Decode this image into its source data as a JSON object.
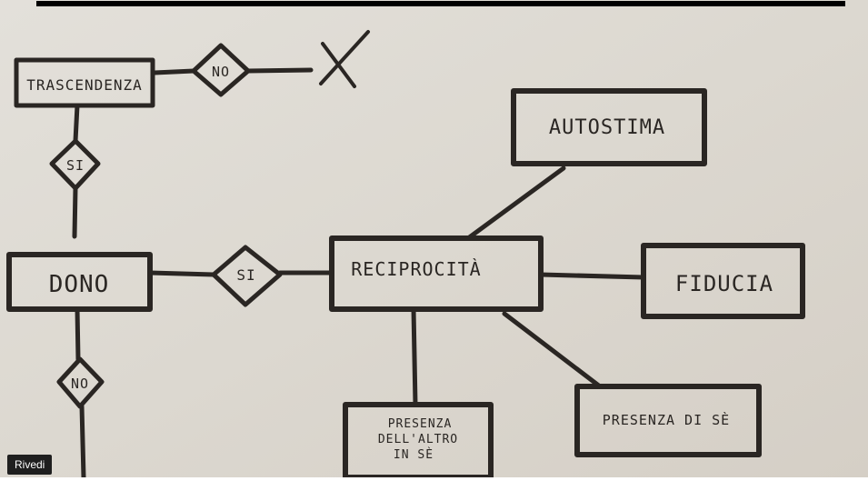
{
  "video": {
    "replay_label": "Rivedi"
  },
  "diagram": {
    "nodes": {
      "trascendenza": "TRASCENDENZA",
      "dono": "DONO",
      "reciprocita": "RECIPROCITÀ",
      "autostima": "AUTOSTIMA",
      "fiducia": "FIDUCIA",
      "presenza_di_se": "PRESENZA DI SÈ",
      "presenza_altro_line1": "PRESENZA",
      "presenza_altro_line2": "DELL'ALTRO",
      "presenza_altro_line3": "IN SÈ"
    },
    "decisions": {
      "no_top": "NO",
      "si_left": "SI",
      "si_mid": "SI",
      "no_bottom": "NO"
    },
    "dead_end_mark": "X"
  },
  "colors": {
    "paper": "#dedad3",
    "ink": "#2a2623",
    "top_bar": "#000000"
  }
}
